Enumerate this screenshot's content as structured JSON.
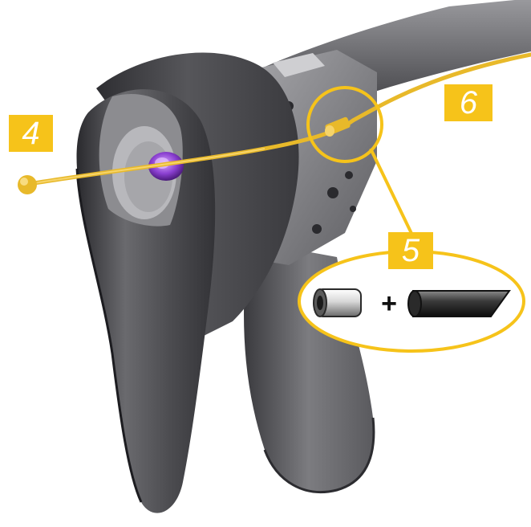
{
  "callouts": {
    "step_4": "4",
    "step_5": "5",
    "step_6": "6"
  },
  "parts_legend": {
    "plus": "+",
    "items": [
      "ferrule-icon",
      "cable-housing-icon"
    ]
  },
  "colors": {
    "accent_yellow": "#f6c31a",
    "cable_yellow": "#e8b92a",
    "shifter_body": "#4a4a4e",
    "handlebar": "#6f6f73",
    "purple_bolt": "#8a3fd0"
  }
}
